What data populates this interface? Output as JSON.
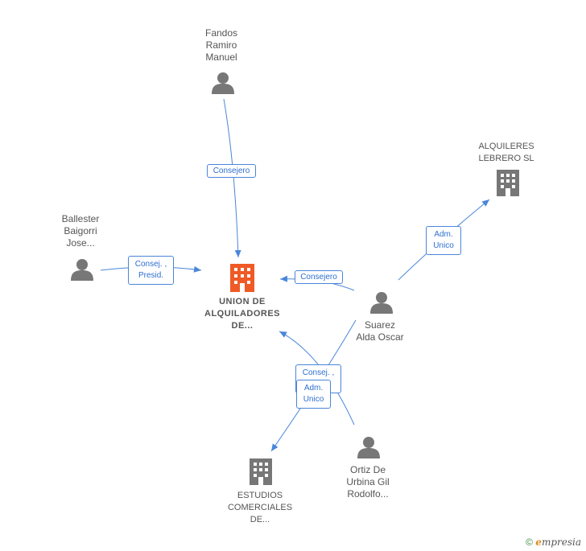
{
  "nodes": {
    "main": {
      "label_lines": [
        "UNION DE",
        "ALQUILADORES",
        "DE..."
      ],
      "type": "company",
      "color": "#ef5a26"
    },
    "fandos": {
      "label_lines": [
        "Fandos",
        "Ramiro",
        "Manuel"
      ],
      "type": "person"
    },
    "ballester": {
      "label_lines": [
        "Ballester",
        "Baigorri",
        "Jose..."
      ],
      "type": "person"
    },
    "suarez": {
      "label_lines": [
        "Suarez",
        "Alda Oscar"
      ],
      "type": "person"
    },
    "alquileres": {
      "label_lines": [
        "ALQUILERES",
        "LEBRERO SL"
      ],
      "type": "company"
    },
    "estudios": {
      "label_lines": [
        "ESTUDIOS",
        "COMERCIALES",
        "DE..."
      ],
      "type": "company"
    },
    "ortiz": {
      "label_lines": [
        "Ortiz De",
        "Urbina Gil",
        "Rodolfo..."
      ],
      "type": "person"
    }
  },
  "edges": {
    "fandos_main": {
      "label_lines": [
        "Consejero"
      ]
    },
    "ballester_main": {
      "label_lines": [
        "Consej. ,",
        "Presid."
      ]
    },
    "suarez_main": {
      "label_lines": [
        "Consejero"
      ]
    },
    "suarez_alquileres": {
      "label_lines": [
        "Adm.",
        "Unico"
      ]
    },
    "ortiz_main": {
      "label_lines": [
        "Consej. ,"
      ]
    },
    "suarez_estudios": {
      "label_lines": [
        "Adm.",
        "Unico"
      ]
    }
  },
  "colors": {
    "edge": "#4a86d9",
    "edge_text": "#2f6fd0",
    "icon_gray": "#777777",
    "main_company": "#ef5a26"
  },
  "footer": {
    "copyright_symbol": "©",
    "brand_initial": "e",
    "brand_rest": "mpresia"
  }
}
